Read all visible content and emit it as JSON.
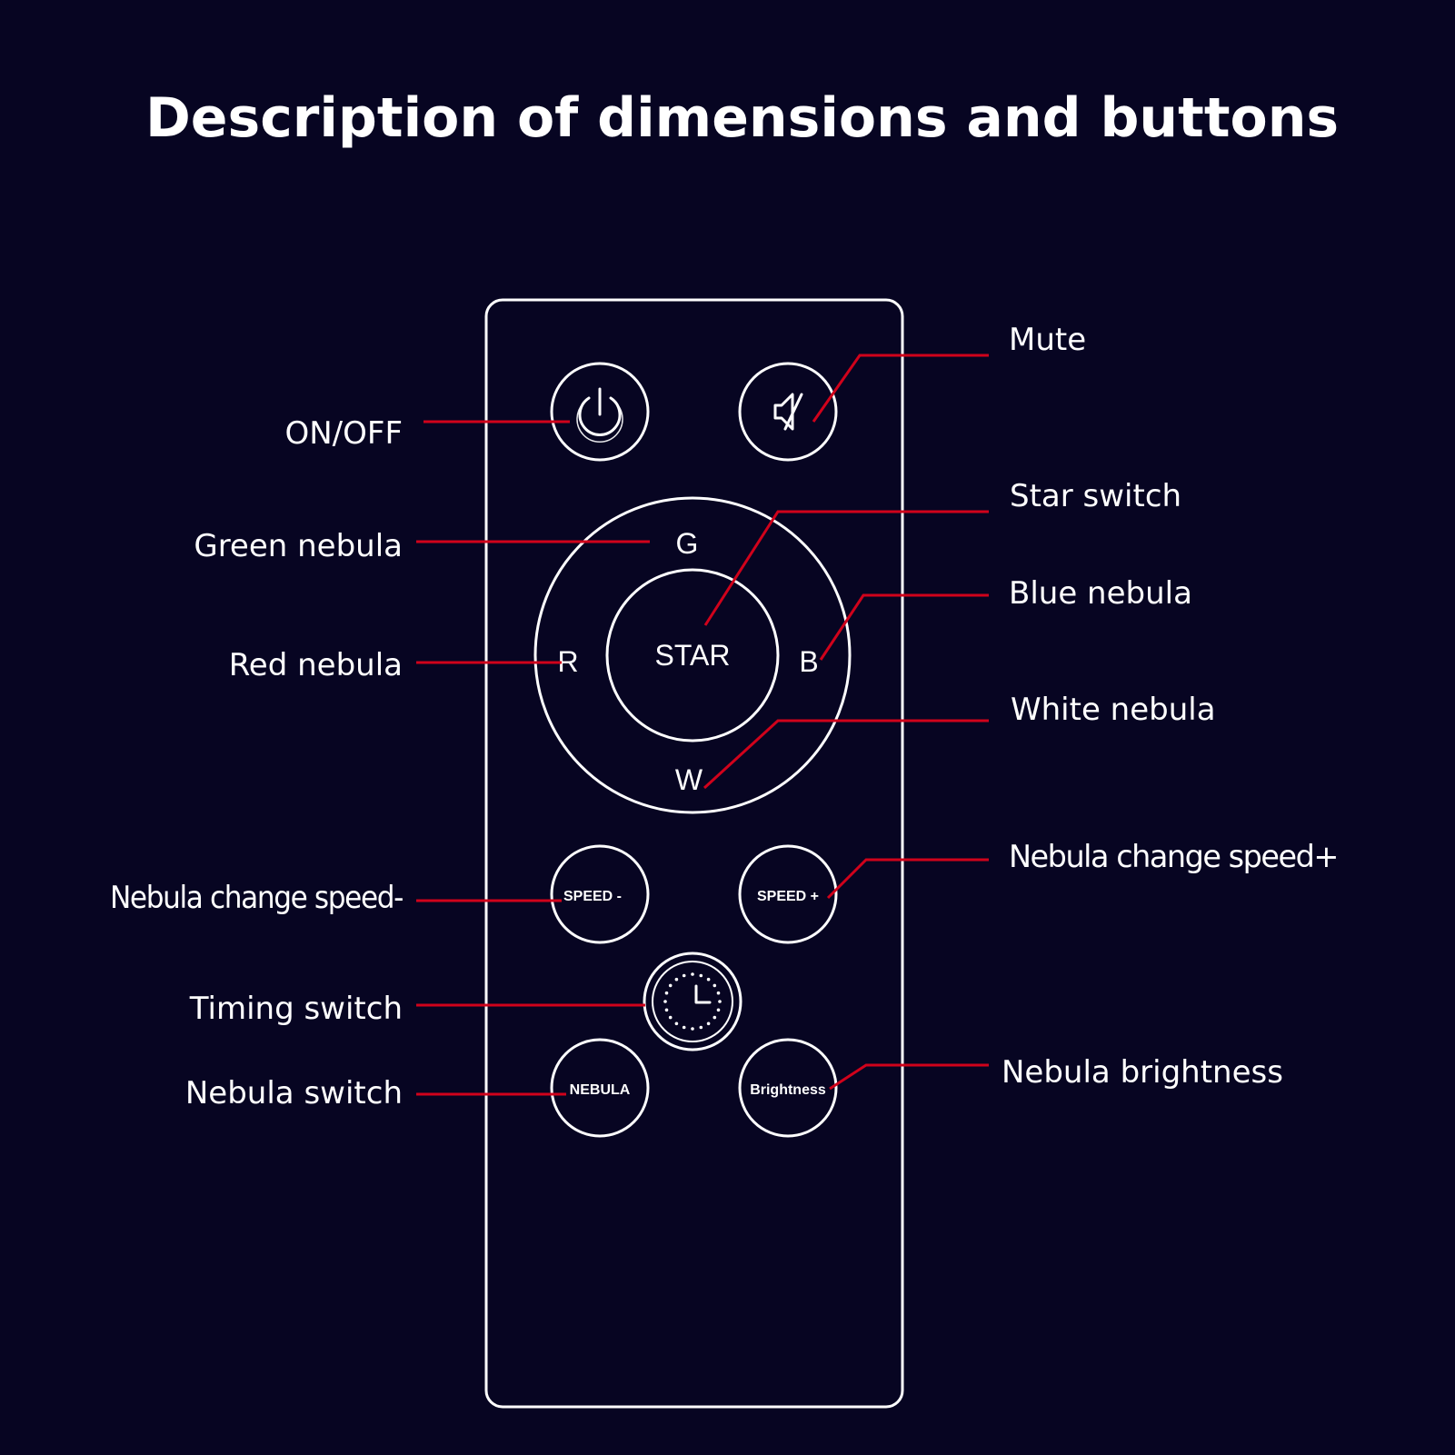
{
  "title": "Description of dimensions and buttons",
  "colors": {
    "background": "#070522",
    "outline": "#ffffff",
    "leader_line": "#d0021b",
    "text": "#ffffff"
  },
  "remote": {
    "buttons": {
      "power": {
        "icon": "power-icon"
      },
      "mute": {
        "icon": "speaker-mute-icon"
      },
      "green": {
        "label": "G"
      },
      "red": {
        "label": "R"
      },
      "blue": {
        "label": "B"
      },
      "white": {
        "label": "W"
      },
      "star": {
        "label": "STAR"
      },
      "speed_minus": {
        "label": "SPEED -"
      },
      "speed_plus": {
        "label": "SPEED +"
      },
      "timer": {
        "icon": "clock-icon"
      },
      "nebula": {
        "label": "NEBULA"
      },
      "brightness": {
        "label": "Brightness"
      }
    }
  },
  "callouts": {
    "left": {
      "on_off": "ON/OFF",
      "green_nebula": "Green nebula",
      "red_nebula": "Red nebula",
      "speed_minus": "Nebula change speed-",
      "timing_switch": "Timing switch",
      "nebula_switch": "Nebula switch"
    },
    "right": {
      "mute": "Mute",
      "star_switch": "Star switch",
      "blue_nebula": "Blue nebula",
      "white_nebula": "White nebula",
      "speed_plus": "Nebula change speed+",
      "nebula_brightness": "Nebula brightness"
    }
  }
}
